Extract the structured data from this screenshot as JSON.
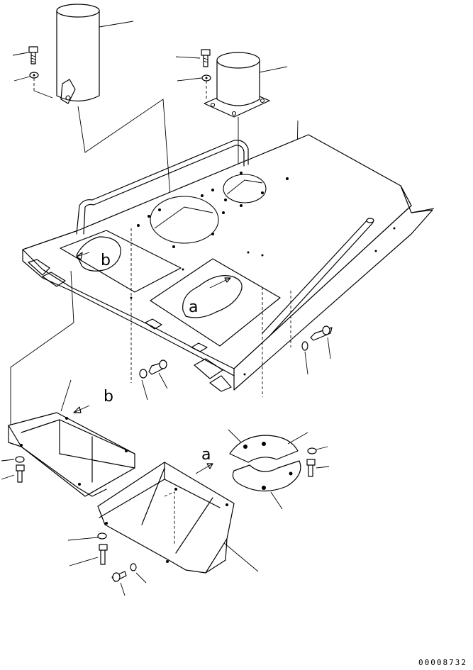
{
  "view_labels": {
    "a": "a",
    "b": "b"
  },
  "drawing_number": "00008732",
  "colors": {
    "line": "#000000",
    "background": "#ffffff"
  }
}
